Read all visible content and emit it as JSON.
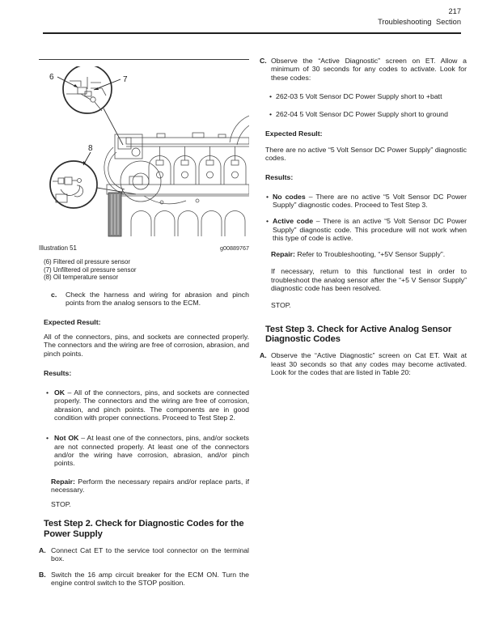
{
  "header": {
    "page_number": "217",
    "section_title": "Troubleshooting Section"
  },
  "figure": {
    "caption": "Illustration 51",
    "figure_id": "g00889767",
    "callouts": {
      "c6": "6",
      "c7": "7",
      "c8": "8"
    },
    "legend": [
      "(6) Filtered oil pressure sensor",
      "(7) Unfiltered oil pressure sensor",
      "(8) Oil temperature sensor"
    ]
  },
  "left": {
    "step_c_label": "c.",
    "step_c_text": "Check the harness and wiring for abrasion and pinch points from the analog sensors to the ECM.",
    "expected_heading": "Expected Result:",
    "expected_text": "All of the connectors, pins, and sockets are connected properly. The connectors and the wiring are free of corrosion, abrasion, and pinch points.",
    "results_heading": "Results:",
    "bullets": [
      {
        "term": "OK",
        "rest": " – All of the connectors, pins, and sockets are connected properly. The connectors and the wiring are free of corrosion, abrasion, and pinch points. The components are in good condition with proper connections. Proceed to Test Step 2."
      },
      {
        "term": "Not OK",
        "rest": " – At least one of the connectors, pins, and/or sockets are not connected properly. At least one of the connectors and/or the wiring have corrosion, abrasion, and/or pinch points."
      }
    ],
    "repair_term": "Repair:",
    "repair_rest": " Perform the necessary repairs and/or replace parts, if necessary.",
    "stop": "STOP.",
    "step2_heading": "Test Step 2. Check for Diagnostic Codes for the Power Supply",
    "step_a_label": "A.",
    "step_a_text": "Connect Cat ET to the service tool connector on the terminal box.",
    "step_b_label": "B.",
    "step_b_text": "Switch the 16 amp circuit breaker for the ECM ON. Turn the engine control switch to the STOP position."
  },
  "right": {
    "step_c_label": "C.",
    "step_c_text": "Observe the “Active Diagnostic” screen on ET. Allow a minimum of 30 seconds for any codes to activate. Look for these codes:",
    "codes": [
      "262-03 5 Volt Sensor DC Power Supply short to +batt",
      "262-04 5 Volt Sensor DC Power Supply short to ground"
    ],
    "expected_heading": "Expected Result:",
    "expected_text": "There are no active “5 Volt Sensor DC Power Supply” diagnostic codes.",
    "results_heading": "Results:",
    "bullets": [
      {
        "term": "No codes",
        "rest": " – There are no active “5 Volt Sensor DC Power Supply” diagnostic codes. Proceed to Test Step 3."
      },
      {
        "term": "Active code",
        "rest": " – There is an active “5 Volt Sensor DC Power Supply” diagnostic code. This procedure will not work when this type of code is active."
      }
    ],
    "repair_term": "Repair:",
    "repair_rest": " Refer to Troubleshooting, “+5V Sensor Supply”.",
    "if_necessary": "If necessary, return to this functional test in order to troubleshoot the analog sensor after the “+5 V Sensor Supply” diagnostic code has been resolved.",
    "stop": "STOP.",
    "step3_heading": "Test Step 3. Check for Active Analog Sensor Diagnostic Codes",
    "step_a_label": "A.",
    "step_a_text": "Observe the “Active Diagnostic” screen on Cat ET. Wait at least 30 seconds so that any codes may become activated. Look for the codes that are listed in Table 20:"
  }
}
